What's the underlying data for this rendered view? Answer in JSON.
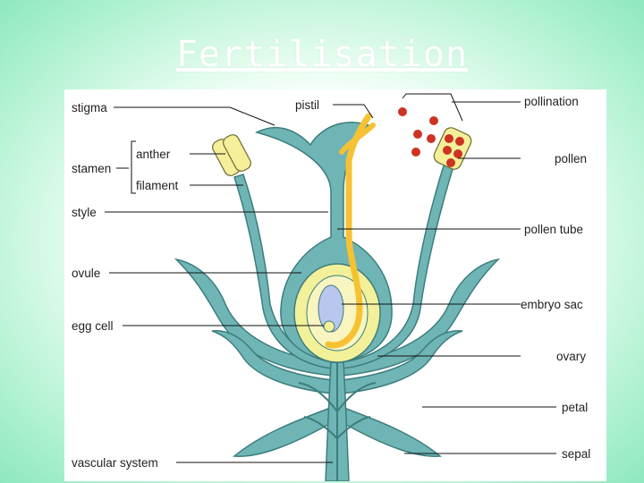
{
  "slide": {
    "title": "Fertilisation",
    "colors": {
      "background_edge": "#8ee8bf",
      "title_text": "#ffffff",
      "flower_tissue": "#6fb5b5",
      "flower_outline": "#3d7d7d",
      "anther_yellow": "#f5ef9a",
      "pollen_tube": "#f6c233",
      "ovule_fill": "#f3f09a",
      "embryo_sac": "#b9c7ef",
      "pollen_grain": "#cc3322"
    }
  },
  "diagram": {
    "labels": {
      "stigma": "stigma",
      "pistil": "pistil",
      "pollination": "pollination",
      "stamen": "stamen",
      "anther": "anther",
      "filament": "filament",
      "pollen": "pollen",
      "style": "style",
      "pollen_tube": "pollen tube",
      "ovule": "ovule",
      "embryo_sac": "embryo sac",
      "egg_cell": "egg cell",
      "ovary": "ovary",
      "petal": "petal",
      "sepal": "sepal",
      "vascular_system": "vascular system"
    }
  }
}
